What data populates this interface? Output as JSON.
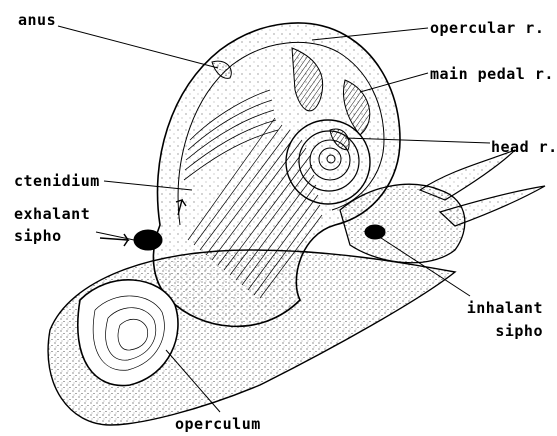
{
  "labels": {
    "anus": "anus",
    "opercular_r": "opercular r.",
    "main_pedal_r": "main pedal r.",
    "head_r": "head r.",
    "ctenidium": "ctenidium",
    "exhalant": "exhalant",
    "sipho_left": "sipho",
    "inhalant": "inhalant",
    "sipho_right": "sipho",
    "operculum": "operculum"
  },
  "colors": {
    "ink": "#000000",
    "paper": "#ffffff"
  }
}
